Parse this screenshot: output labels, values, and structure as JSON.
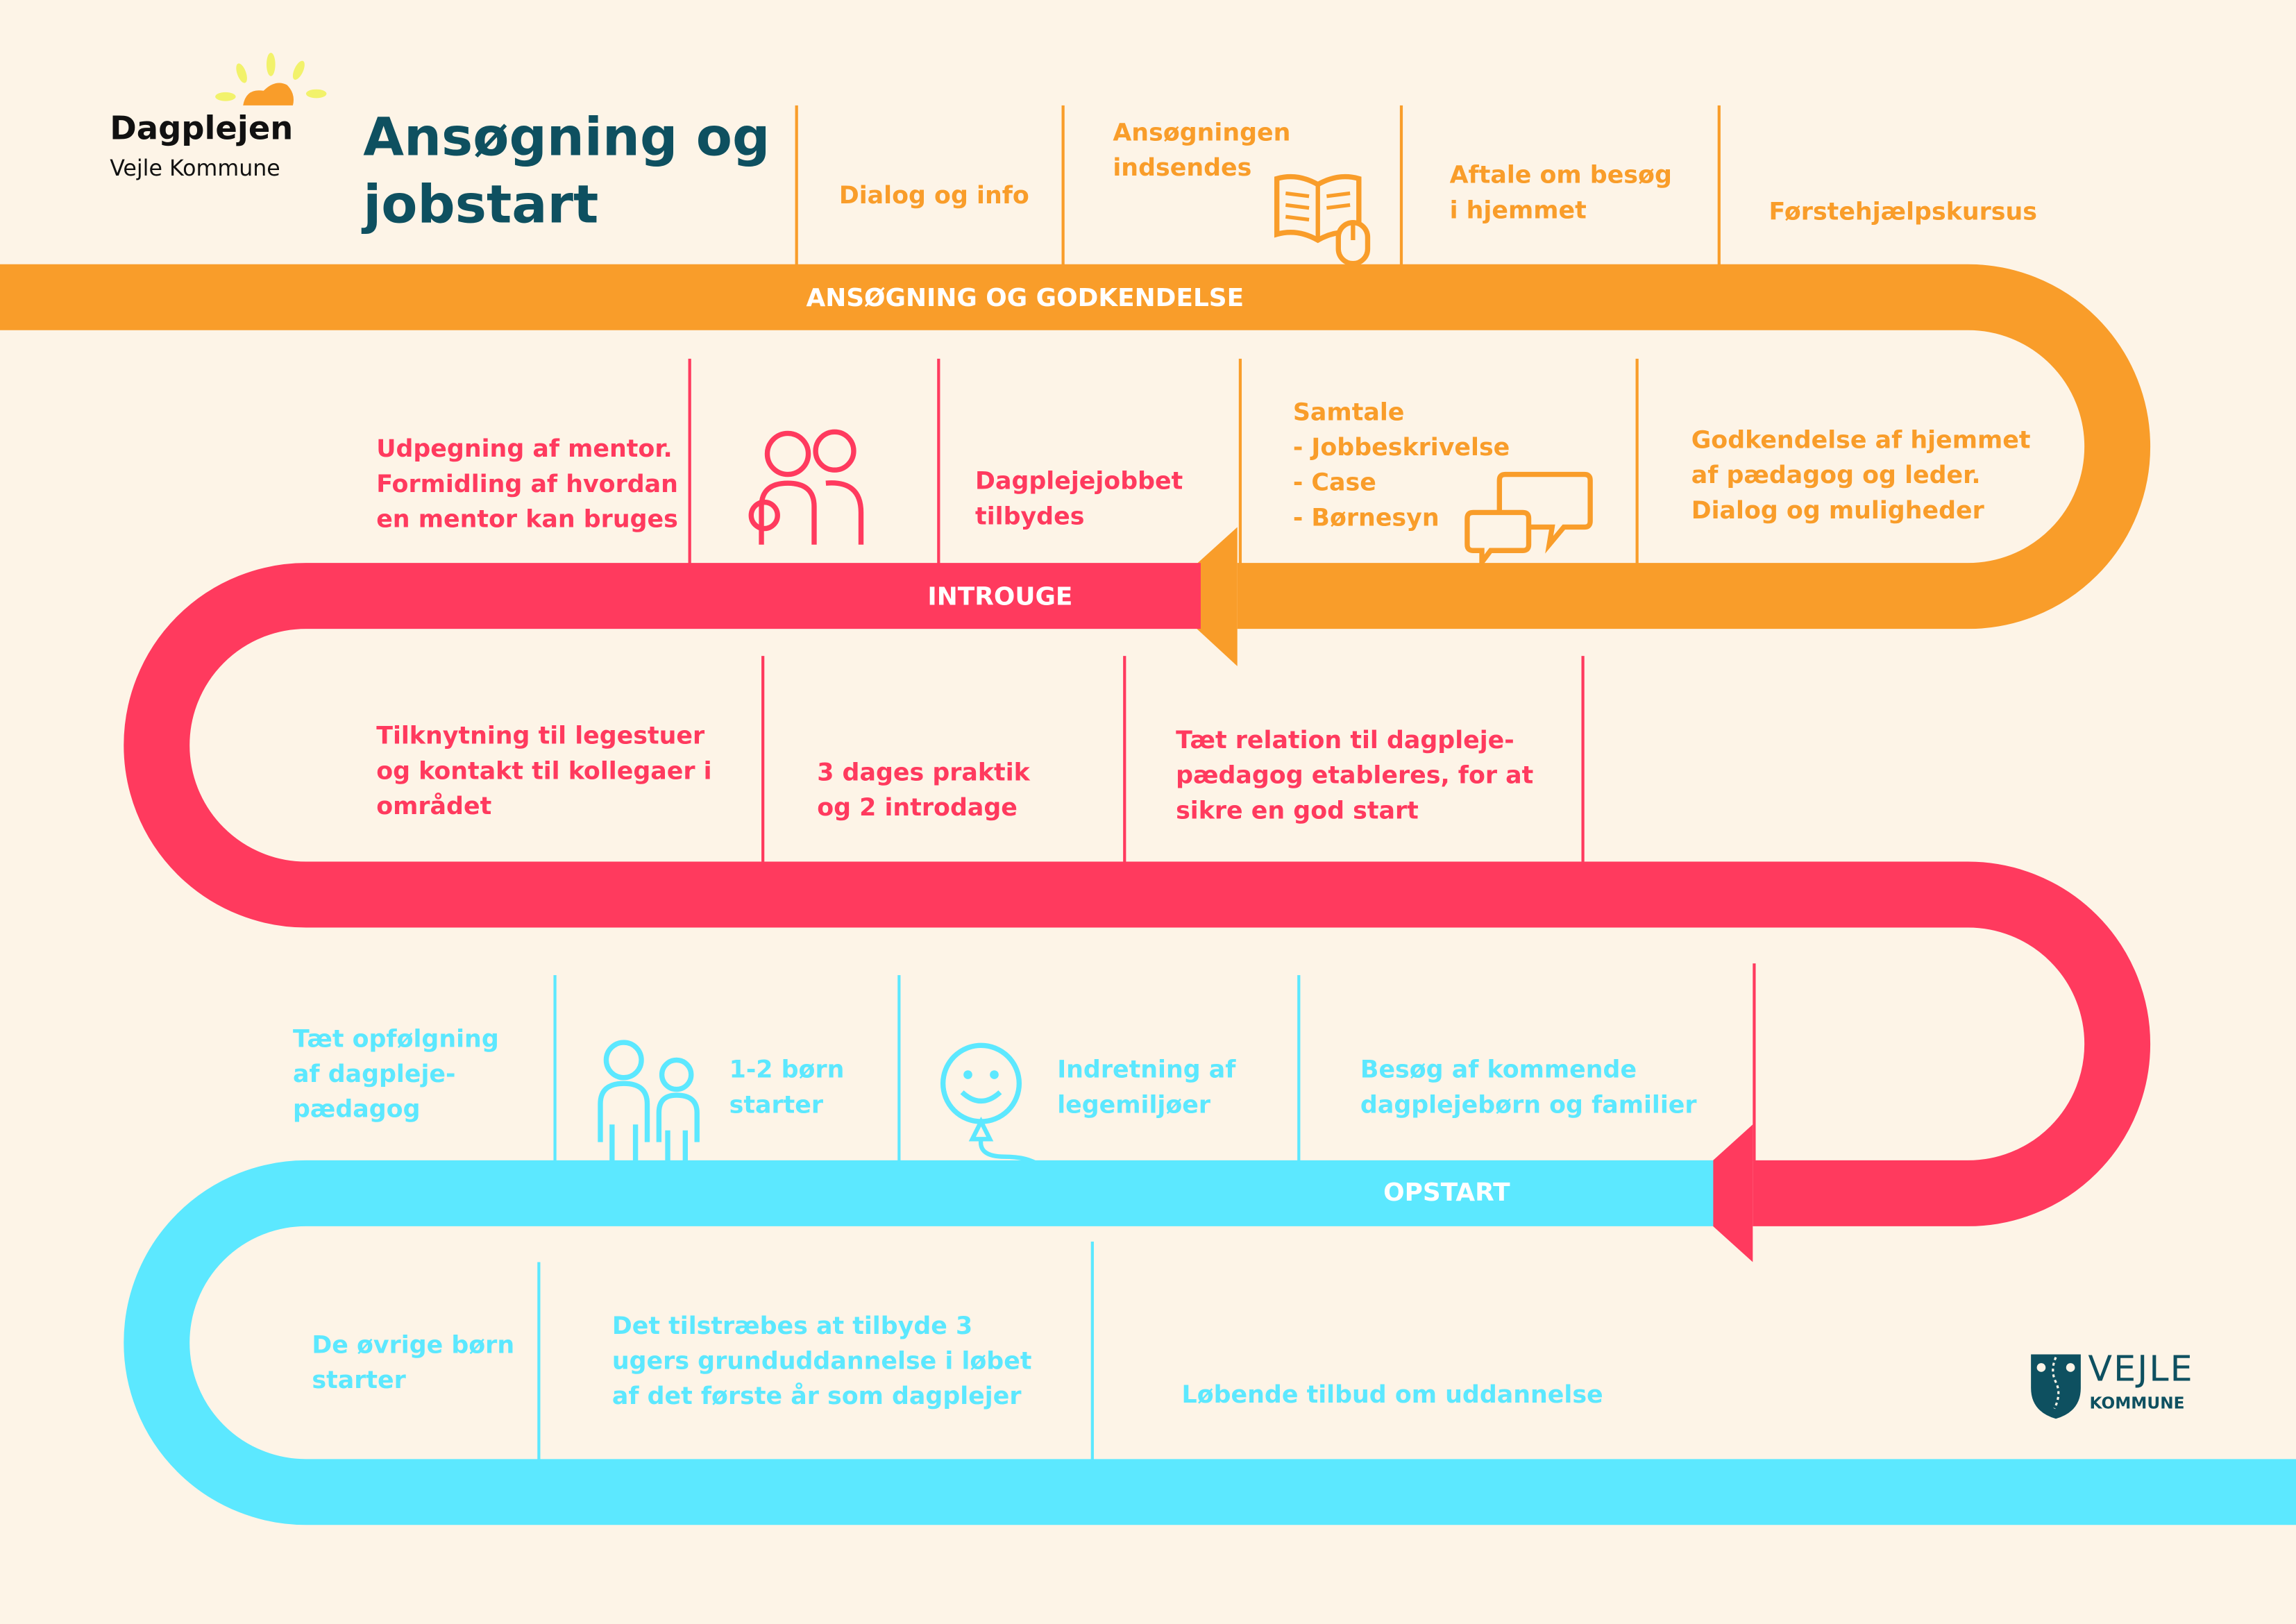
{
  "logo": {
    "name": "Dagplejen",
    "subtitle": "Vejle Kommune"
  },
  "title": [
    "Ansøgning og",
    "jobstart"
  ],
  "colors": {
    "orange": "#F99D2A",
    "pink": "#FF3A5E",
    "cyan": "#5CE8FF",
    "teal": "#0E5060",
    "background": "#FDF4E7"
  },
  "bands": {
    "orange": "ANSØGNING OG GODKENDELSE",
    "pink": "INTROUGE",
    "cyan": "OPSTART"
  },
  "row1": [
    [
      "Dialog og info"
    ],
    [
      "Ansøgningen",
      "indsendes"
    ],
    [
      "Aftale om besøg",
      "i hjemmet"
    ],
    [
      "Førstehjælpskursus"
    ]
  ],
  "row2": [
    [
      "Udpegning af mentor.",
      "Formidling af hvordan",
      "en mentor kan bruges"
    ],
    [
      "Dagplejejobbet",
      "tilbydes"
    ],
    [
      "Samtale",
      "- Jobbeskrivelse",
      "- Case",
      "- Børnesyn"
    ],
    [
      "Godkendelse af hjemmet",
      "af pædagog og leder.",
      "Dialog og muligheder"
    ]
  ],
  "row3": [
    [
      "Tilknytning til legestuer",
      "og kontakt til kollegaer i",
      "området"
    ],
    [
      "3 dages praktik",
      "og 2 introdage"
    ],
    [
      "Tæt relation til dagpleje-",
      "pædagog etableres, for at",
      "sikre en god start"
    ]
  ],
  "row4": [
    [
      "Tæt opfølgning",
      "af dagpleje-",
      "pædagog"
    ],
    [
      "1-2 børn",
      "starter"
    ],
    [
      "Indretning af",
      "legemiljøer"
    ],
    [
      "Besøg af kommende",
      "dagplejebørn og familier"
    ]
  ],
  "row5": [
    [
      "De øvrige børn",
      "starter"
    ],
    [
      "Det tilstræbes at tilbyde 3",
      "ugers grunduddannelse i løbet",
      "af det første år som dagplejer"
    ],
    [
      "Løbende tilbud om uddannelse"
    ]
  ],
  "footer_logo": {
    "name": "VEJLE",
    "subtitle": "KOMMUNE"
  }
}
